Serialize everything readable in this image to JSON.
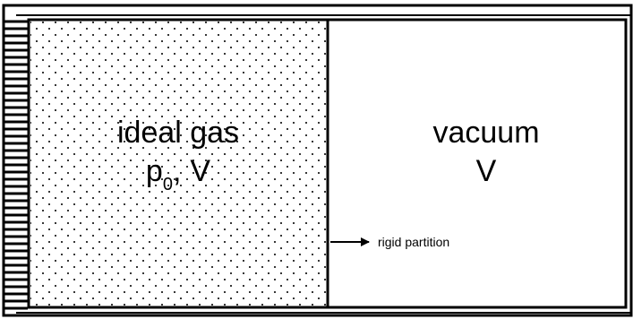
{
  "chamber_left": {
    "line1": "ideal gas",
    "pressure_symbol": "p",
    "pressure_subscript": "0",
    "separator": ",",
    "volume": "V"
  },
  "chamber_right": {
    "line1": "vacuum",
    "volume": "V"
  },
  "partition": {
    "label": "rigid partition"
  },
  "colors": {
    "stroke": "#000000",
    "background": "#ffffff",
    "dot": "#000000"
  }
}
